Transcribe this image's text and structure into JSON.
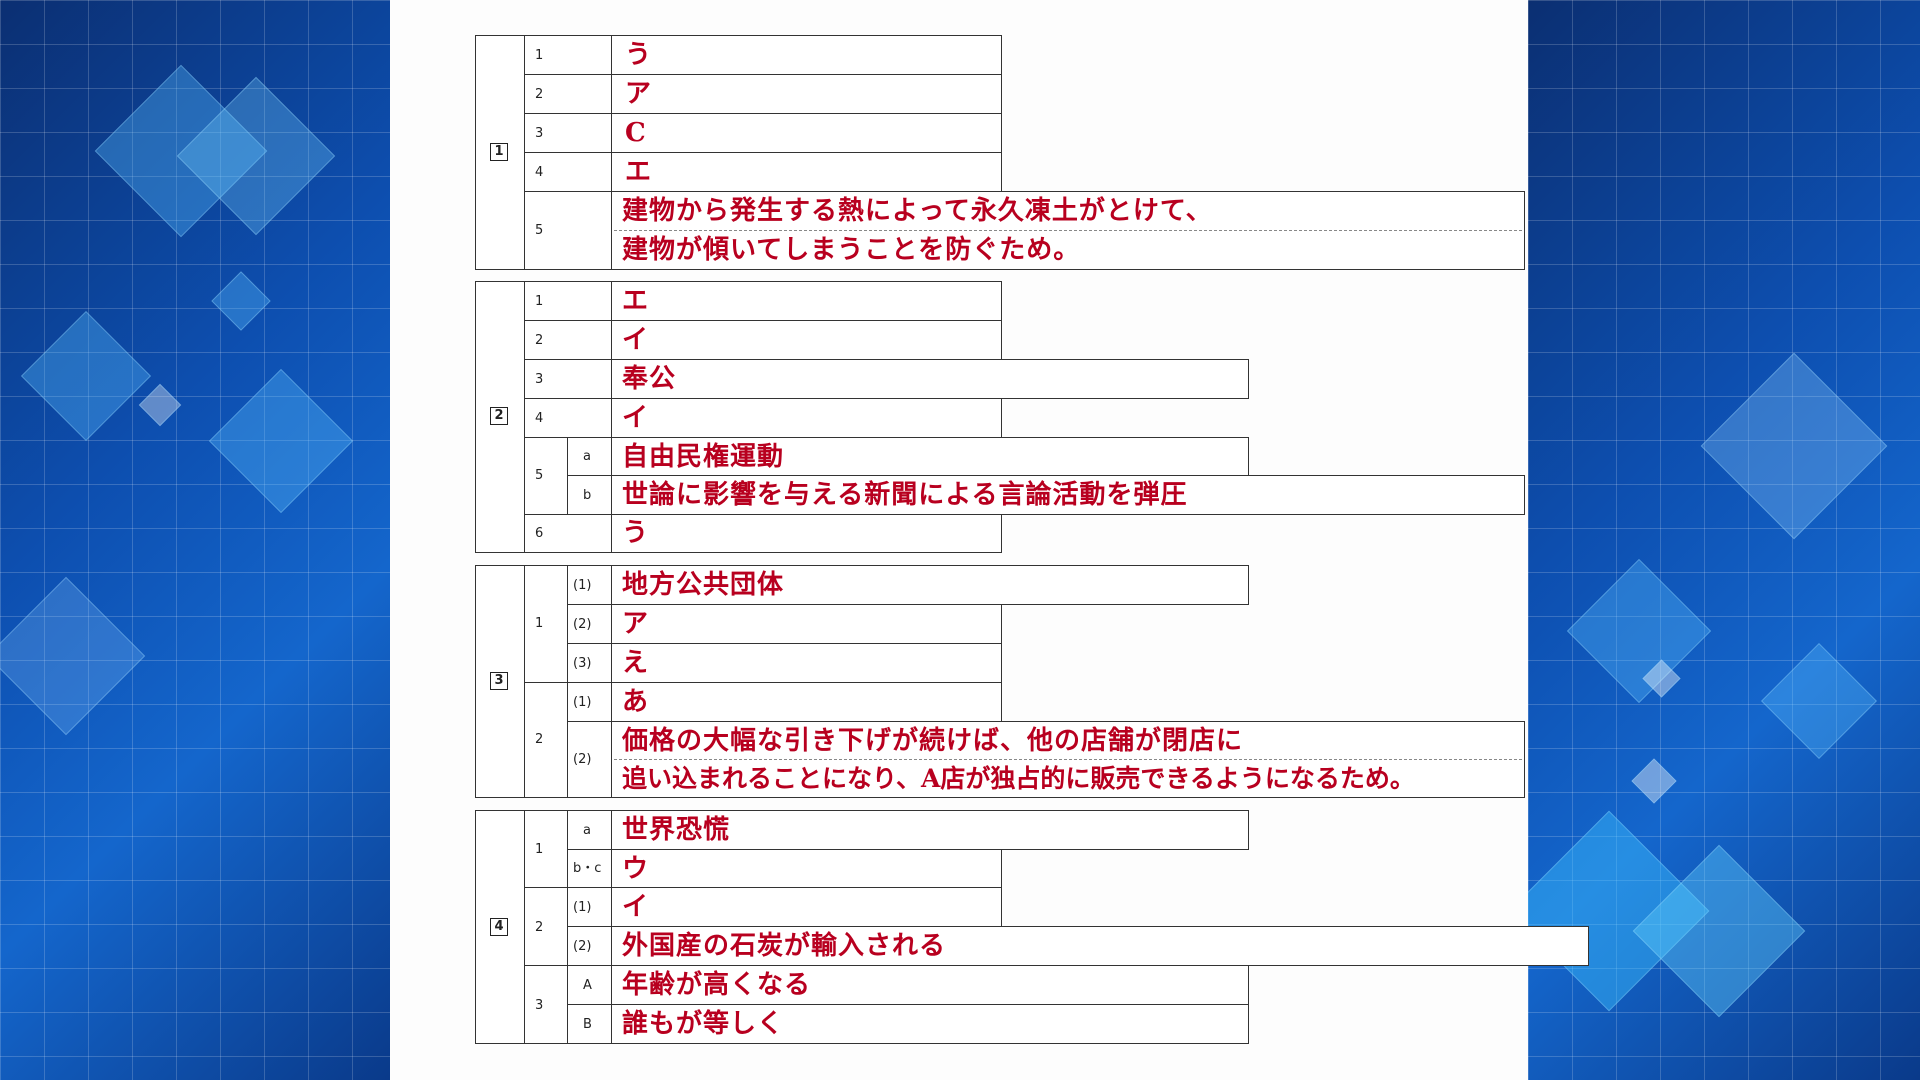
{
  "section1": {
    "label": "1",
    "rows": [
      {
        "num": "1",
        "answer": "う"
      },
      {
        "num": "2",
        "answer": "ア"
      },
      {
        "num": "3",
        "answer": "C"
      },
      {
        "num": "4",
        "answer": "エ"
      },
      {
        "num": "5",
        "answer_line1": "建物から発生する熱によって永久凍土がとけて、",
        "answer_line2": "建物が傾いてしまうことを防ぐため。"
      }
    ]
  },
  "section2": {
    "label": "2",
    "rows": [
      {
        "num": "1",
        "answer": "エ"
      },
      {
        "num": "2",
        "answer": "イ"
      },
      {
        "num": "3",
        "answer": "奉公"
      },
      {
        "num": "4",
        "answer": "イ"
      },
      {
        "num": "5",
        "sub": [
          {
            "label": "a",
            "answer": "自由民権運動"
          },
          {
            "label": "b",
            "answer": "世論に影響を与える新聞による言論活動を弾圧"
          }
        ]
      },
      {
        "num": "6",
        "answer": "う"
      }
    ]
  },
  "section3": {
    "label": "3",
    "q1": {
      "num": "1",
      "sub": [
        {
          "label": "(1)",
          "answer": "地方公共団体"
        },
        {
          "label": "(2)",
          "answer": "ア"
        },
        {
          "label": "(3)",
          "answer": "え"
        }
      ]
    },
    "q2": {
      "num": "2",
      "sub": [
        {
          "label": "(1)",
          "answer": "あ"
        },
        {
          "label": "(2)",
          "answer_line1": "価格の大幅な引き下げが続けば、他の店舗が閉店に",
          "answer_line2": "追い込まれることになり、A店が独占的に販売できるようになるため。"
        }
      ]
    }
  },
  "section4": {
    "label": "4",
    "q1": {
      "num": "1",
      "sub": [
        {
          "label": "a",
          "answer": "世界恐慌"
        },
        {
          "label": "b・c",
          "answer": "ウ"
        }
      ]
    },
    "q2": {
      "num": "2",
      "sub": [
        {
          "label": "(1)",
          "answer": "イ"
        },
        {
          "label": "(2)",
          "answer": "外国産の石炭が輸入される"
        }
      ]
    },
    "q3": {
      "num": "3",
      "sub": [
        {
          "label": "A",
          "answer": "年齢が高くなる"
        },
        {
          "label": "B",
          "answer": "誰もが等しく"
        }
      ]
    }
  }
}
